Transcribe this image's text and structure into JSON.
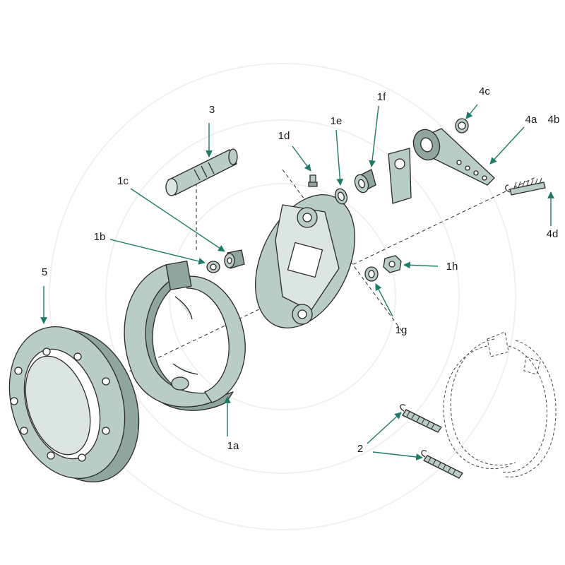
{
  "labels": {
    "l1a": "1a",
    "l1b": "1b",
    "l1c": "1c",
    "l1d": "1d",
    "l1e": "1e",
    "l1f": "1f",
    "l1g": "1g",
    "l1h": "1h",
    "l2": "2",
    "l3": "3",
    "l4a": "4a",
    "l4b": "4b",
    "l4c": "4c",
    "l4d": "4d",
    "l5": "5"
  },
  "colors": {
    "part_fill": "#b9ccc6",
    "part_shadow": "#8fa59e",
    "leader_arrow": "#1f7a66",
    "outline": "#2a2a2a"
  }
}
